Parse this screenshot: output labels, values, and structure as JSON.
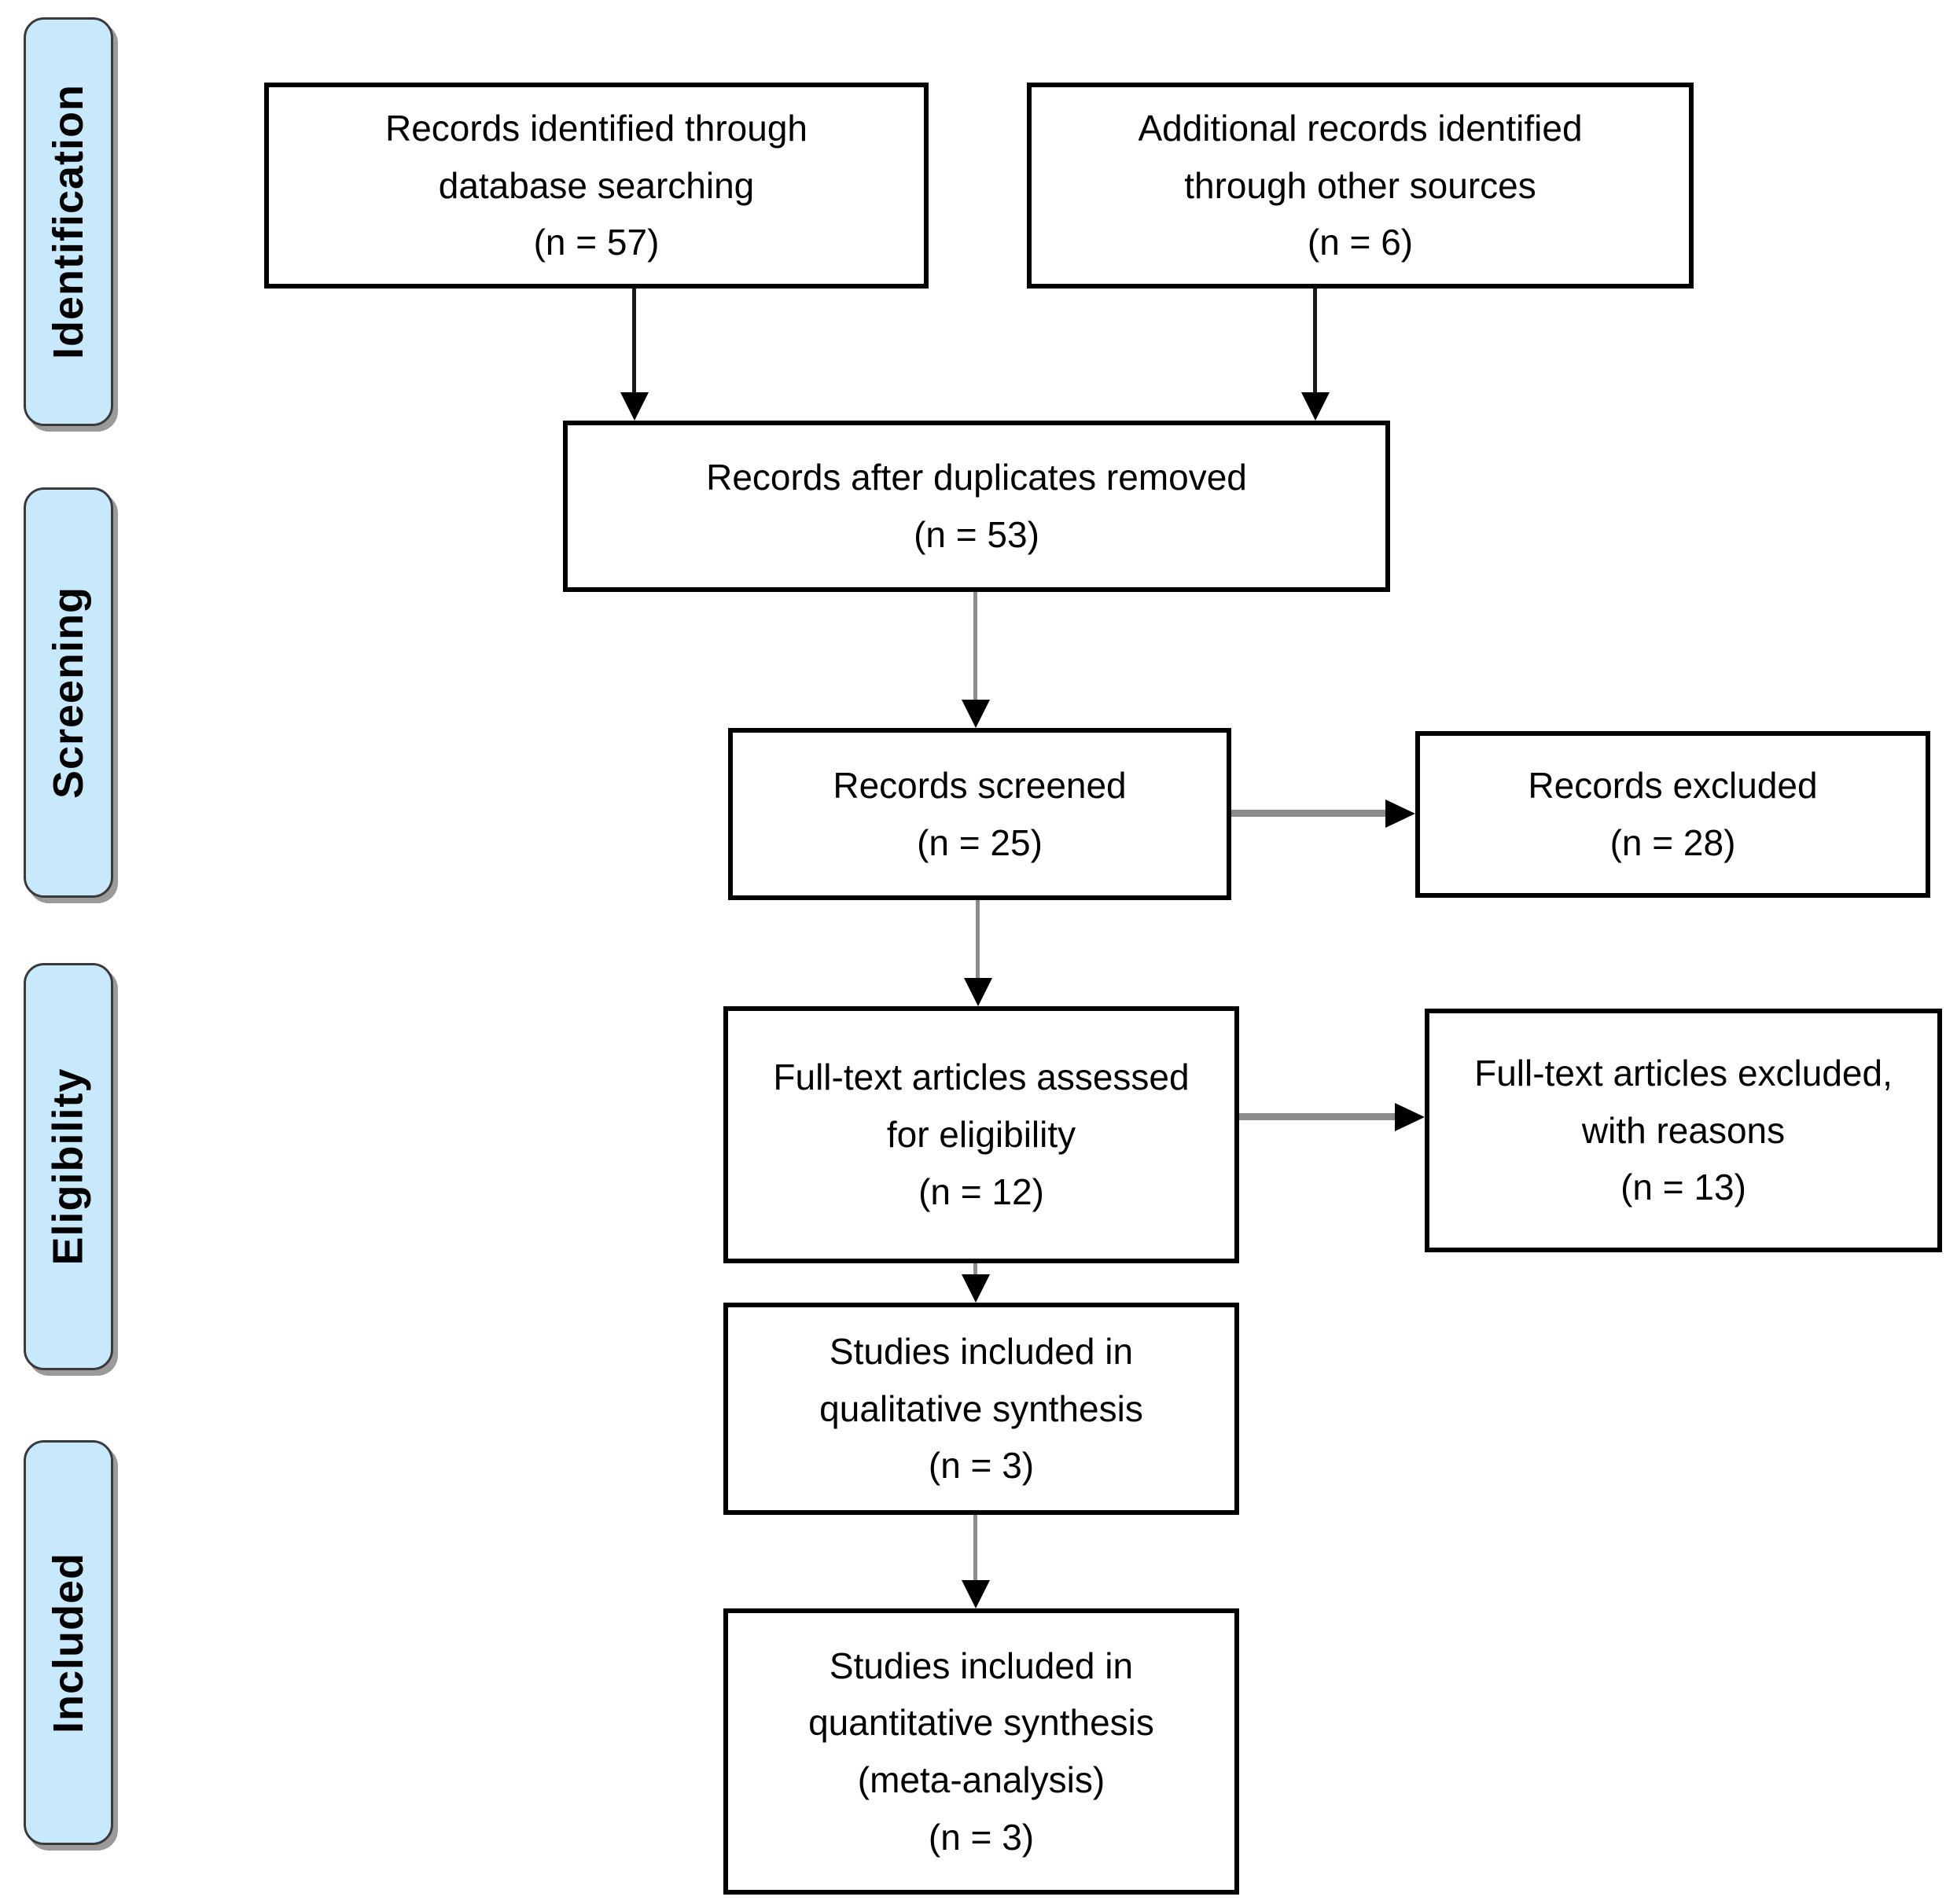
{
  "stages": [
    {
      "label": "Identification"
    },
    {
      "label": "Screening"
    },
    {
      "label": "Eligibility"
    },
    {
      "label": "Included"
    }
  ],
  "boxes": {
    "records_identified": {
      "text": "Records identified through\ndatabase searching\n(n = 57)",
      "n": 57
    },
    "additional_records": {
      "text": "Additional records identified\nthrough other sources\n(n = 6)",
      "n": 6
    },
    "after_duplicates": {
      "text": "Records after duplicates removed\n(n = 53)",
      "n": 53
    },
    "records_screened": {
      "text": "Records screened\n(n = 25)",
      "n": 25
    },
    "records_excluded": {
      "text": "Records excluded\n(n = 28)",
      "n": 28
    },
    "fulltext_assessed": {
      "text": "Full-text articles assessed\nfor eligibility\n(n = 12)",
      "n": 12
    },
    "fulltext_excluded": {
      "text": "Full-text articles excluded,\nwith reasons\n(n = 13)",
      "n": 13
    },
    "qualitative_synthesis": {
      "text": "Studies included in\nqualitative synthesis\n(n = 3)",
      "n": 3
    },
    "quantitative_synthesis": {
      "text": "Studies included in\nquantitative synthesis\n(meta-analysis)\n(n = 3)",
      "n": 3
    }
  },
  "colors": {
    "stage_fill": "#c8e9fb",
    "stage_border": "#3a3a3a",
    "stage_shadow": "#9a9a9a",
    "box_border": "#000000",
    "box_fill": "#ffffff",
    "arrow_dark": "#1a1a1a",
    "arrow_gray": "#8c8c8c",
    "text": "#000000",
    "bg": "#ffffff"
  }
}
